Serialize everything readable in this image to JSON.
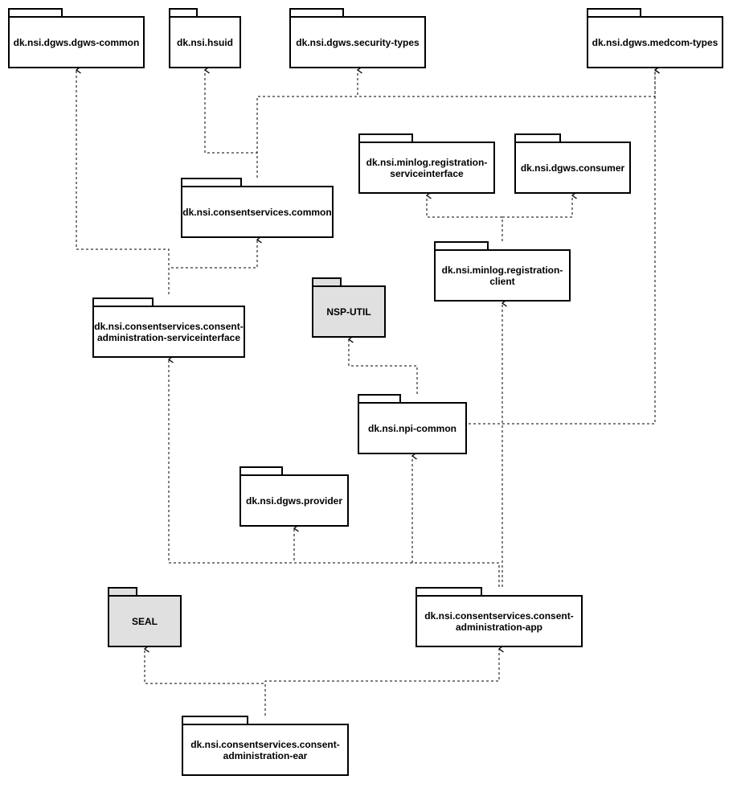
{
  "packages": [
    {
      "id": "dgws-common",
      "label": "dk.nsi.dgws.dgws-common",
      "shaded": false
    },
    {
      "id": "hsuid",
      "label": "dk.nsi.hsuid",
      "shaded": false
    },
    {
      "id": "security-types",
      "label": "dk.nsi.dgws.security-types",
      "shaded": false
    },
    {
      "id": "medcom-types",
      "label": "dk.nsi.dgws.medcom-types",
      "shaded": false
    },
    {
      "id": "minlog-si",
      "label": "dk.nsi.minlog.registration-serviceinterface",
      "shaded": false
    },
    {
      "id": "consumer",
      "label": "dk.nsi.dgws.consumer",
      "shaded": false
    },
    {
      "id": "cs-common",
      "label": "dk.nsi.consentservices.common",
      "shaded": false
    },
    {
      "id": "minlog-client",
      "label": "dk.nsi.minlog.registration-client",
      "shaded": false
    },
    {
      "id": "csa-si",
      "label": "dk.nsi.consentservices.consent-administration-serviceinterface",
      "shaded": false
    },
    {
      "id": "nsp-util",
      "label": "NSP-UTIL",
      "shaded": true
    },
    {
      "id": "npi-common",
      "label": "dk.nsi.npi-common",
      "shaded": false
    },
    {
      "id": "provider",
      "label": "dk.nsi.dgws.provider",
      "shaded": false
    },
    {
      "id": "seal",
      "label": "SEAL",
      "shaded": true
    },
    {
      "id": "csa-app",
      "label": "dk.nsi.consentservices.consent-administration-app",
      "shaded": false
    },
    {
      "id": "csa-ear",
      "label": "dk.nsi.consentservices.consent-administration-ear",
      "shaded": false
    }
  ],
  "dependencies": [
    {
      "from": "cs-common",
      "to": "hsuid"
    },
    {
      "from": "cs-common",
      "to": "security-types"
    },
    {
      "from": "cs-common",
      "to": "medcom-types"
    },
    {
      "from": "minlog-client",
      "to": "minlog-si"
    },
    {
      "from": "minlog-client",
      "to": "consumer"
    },
    {
      "from": "csa-si",
      "to": "dgws-common"
    },
    {
      "from": "csa-si",
      "to": "cs-common"
    },
    {
      "from": "npi-common",
      "to": "nsp-util"
    },
    {
      "from": "npi-common",
      "to": "medcom-types"
    },
    {
      "from": "csa-app",
      "to": "csa-si"
    },
    {
      "from": "csa-app",
      "to": "provider"
    },
    {
      "from": "csa-app",
      "to": "npi-common"
    },
    {
      "from": "csa-app",
      "to": "minlog-client"
    },
    {
      "from": "csa-ear",
      "to": "seal"
    },
    {
      "from": "csa-ear",
      "to": "csa-app"
    }
  ],
  "colors": {
    "stroke": "#000000",
    "fill": "#ffffff",
    "shaded_fill": "#e0e0e0",
    "edge": "#000000"
  }
}
